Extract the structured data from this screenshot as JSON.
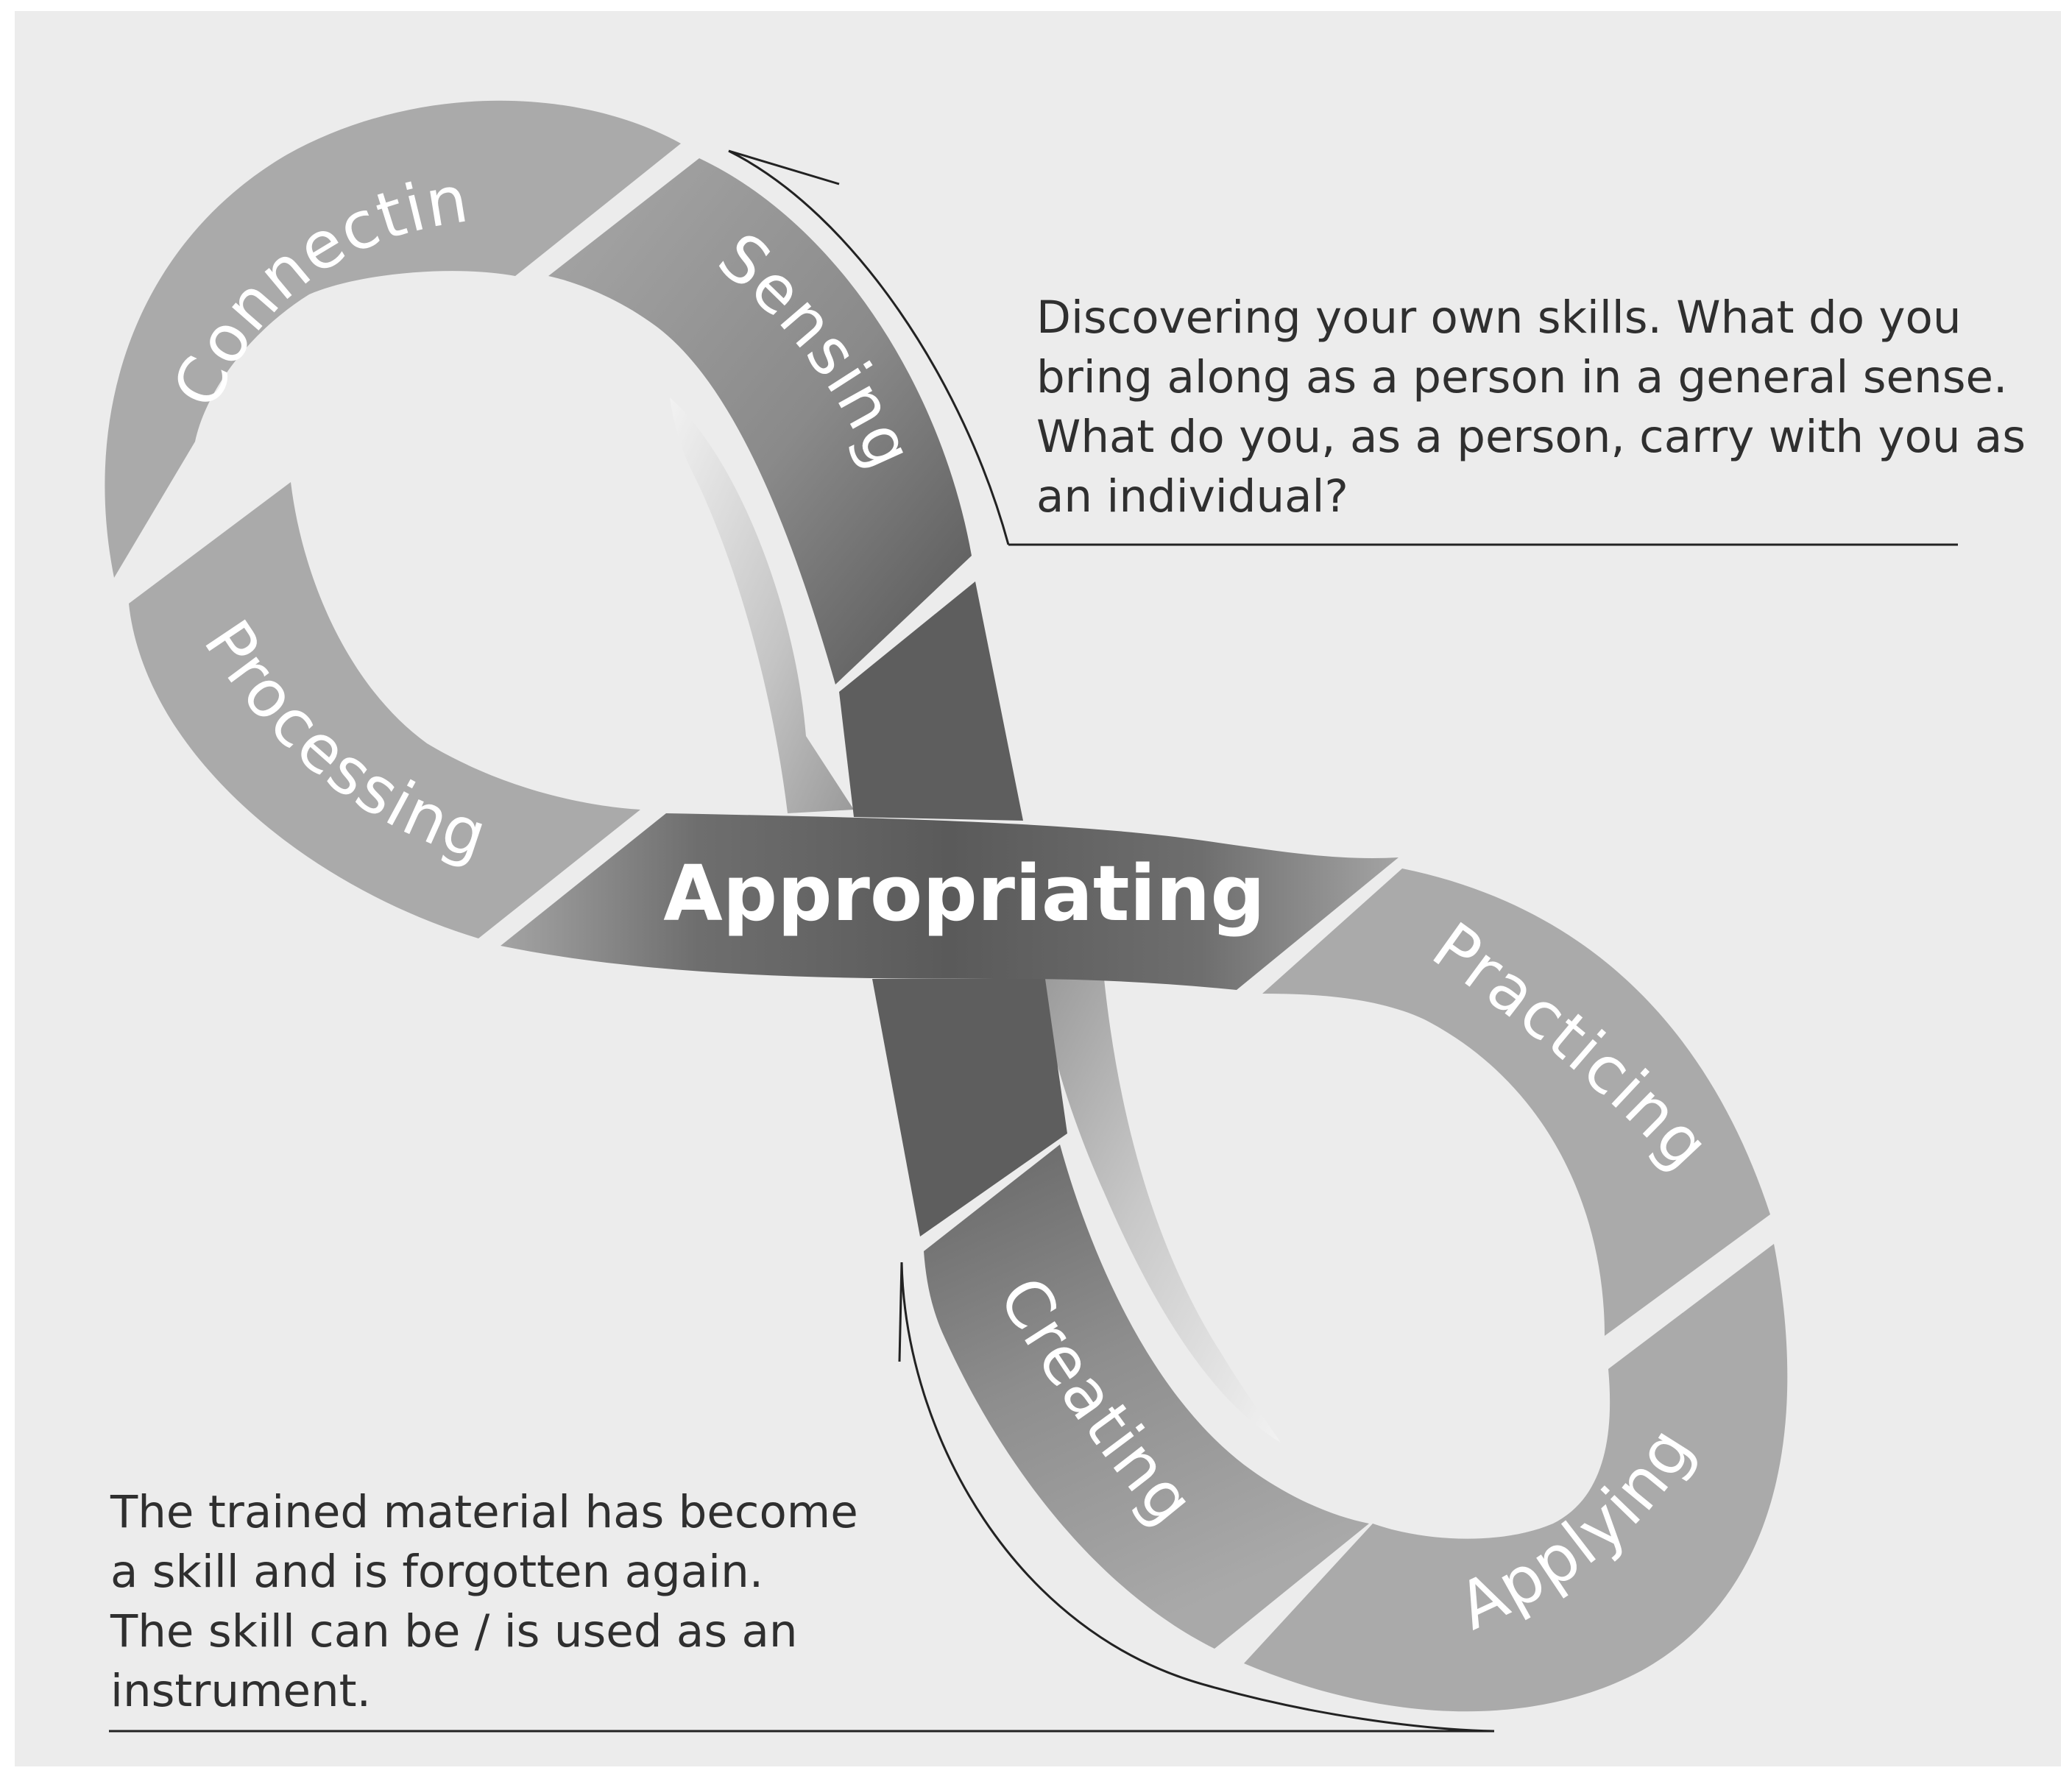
{
  "colors": {
    "background": "#ececec",
    "segment_light": "#aaaaaa",
    "segment_dark": "#5e5e5e",
    "label_text": "#ffffff",
    "note_text": "#2f2f2f",
    "rule_line": "#222222"
  },
  "segments": {
    "connecting": "Connecting",
    "sensing": "Sensing",
    "processing": "Processing",
    "practicing": "Practicing",
    "creating": "Creating",
    "applying": "Applying"
  },
  "center": {
    "label": "Appropriating"
  },
  "notes": {
    "top": [
      "Discovering your own skills. What do you",
      "bring  along as a person in a general sense.",
      "What do you, as a person, carry  with you as",
      "an individual?"
    ],
    "bottom": [
      "The trained material has become",
      "a skill and is forgotten again.",
      "The skill can be / is used as an",
      "instrument."
    ]
  }
}
